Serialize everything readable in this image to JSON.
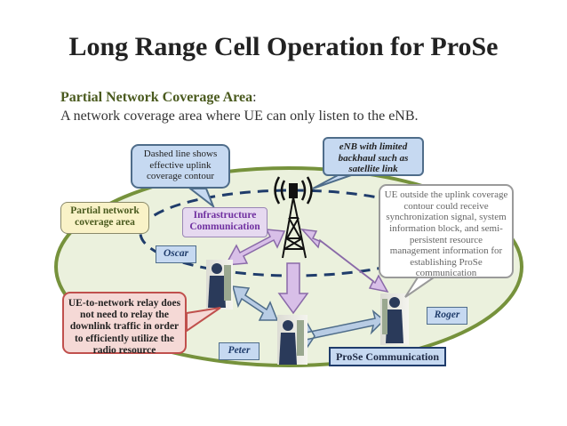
{
  "slide": {
    "title": "Long Range Cell Operation for ProSe",
    "subtitle_bold": "Partial Network Coverage Area",
    "subtitle_colon": ":",
    "subtitle_line2": "A network coverage area where UE can only listen to the eNB."
  },
  "diagram": {
    "callout_dashed_line": "Dashed line shows effective uplink coverage contour",
    "enb_note": "eNB with limited backhaul such as satellite link",
    "partial_coverage_label": "Partial network coverage area",
    "infrastructure_label": "Infrastructure Communication",
    "ue_outside_note": "UE outside the uplink coverage contour could receive synchronization signal, system information block, and semi-persistent resource management information for establishing ProSe communication",
    "relay_note": "UE-to-network relay does not need to relay the downlink traffic in order to efficiently utilize the radio resource",
    "users": [
      "Oscar",
      "Peter",
      "Roger"
    ],
    "prose_label": "ProSe Communication"
  },
  "colors": {
    "coverage_fill": "#ebf1dd",
    "coverage_border": "#76923c",
    "arrow_purple": "#d8bfe8",
    "arrow_blue": "#b8cce4"
  }
}
